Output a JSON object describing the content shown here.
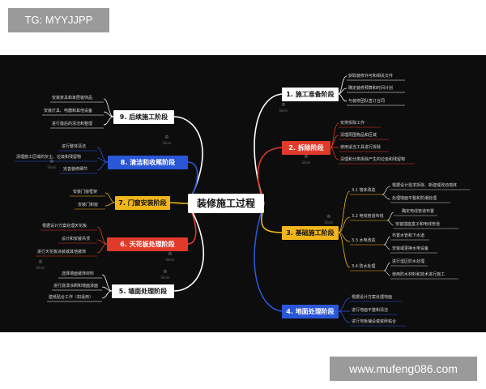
{
  "tags": {
    "top": "TG: MYYJJPP",
    "bottom": "www.mufeng086.com"
  },
  "colors": {
    "background": "#0d0d0d",
    "white_branch": "#ffffff",
    "red_branch": "#e23a2a",
    "yellow_branch": "#f1b51c",
    "blue_branch": "#2a56d8"
  },
  "mindmap": {
    "center": "装修施工过程",
    "watermark": "Sikmi",
    "branches": {
      "b1": {
        "label": "1. 施工准备阶段",
        "leaves": [
          "获取装修许可和相关文件",
          "确定装修预算和时间计划",
          "与装修团队签订合同"
        ]
      },
      "b2": {
        "label": "2. 拆除阶段",
        "leaves": [
          "安排拆除工作",
          "清理周围物品和区域",
          "使用适当工具进行拆除",
          "清理和分类拆除产生的垃圾和残留物"
        ]
      },
      "b3": {
        "label": "3. 基础施工阶段",
        "subs": [
          {
            "label": "3.1 墙体改造",
            "leaves": [
              "根据设计需求拆除、新建或改动墙体",
              "处理墙面平整和防潮处理"
            ]
          },
          {
            "label": "3.2 电线管道布线",
            "leaves": [
              "确定电线管道布置",
              "安装插座盒子和电线管道"
            ]
          },
          {
            "label": "3.3 水电改造",
            "leaves": [
              "布置水管和下水道",
              "安装或更换水电设备"
            ]
          },
          {
            "label": "3.4 防水处理",
            "leaves": [
              "进行湿区防水处理",
              "使用防水材料和技术进行施工"
            ]
          }
        ]
      },
      "b4": {
        "label": "4. 地面处理阶段",
        "leaves": [
          "根据设计方案处理地面",
          "进行地面平整和清洁",
          "进行地板铺设或瓷砖粘合"
        ]
      },
      "b5": {
        "label": "5. 墙面处理阶段",
        "leaves": [
          "选择墙面装饰材料",
          "进行底漆涂刷和墙面漆面",
          "壁纸贴合工作（如适用）"
        ]
      },
      "b6": {
        "label": "6. 天花板处理阶段",
        "leaves": [
          "根据设计方案处理天花板",
          "设计和安装吊顶",
          "进行天花板涂装或其他装饰"
        ]
      },
      "b7": {
        "label": "7. 门窗安装阶段",
        "leaves": [
          "安装门窗框架",
          "安装门和窗"
        ]
      },
      "b8": {
        "label": "8. 清洁和收尾阶段",
        "leaves": [
          "进行整体清洁",
          "清理施工区域的灰尘、垃圾和残留物",
          "完善装修细节"
        ]
      },
      "b9": {
        "label": "9. 后续施工阶段",
        "leaves": [
          "安装家具和家居装饰品",
          "安装灯具、电器和其他设备",
          "进行最后的清洁和整理"
        ]
      }
    }
  }
}
